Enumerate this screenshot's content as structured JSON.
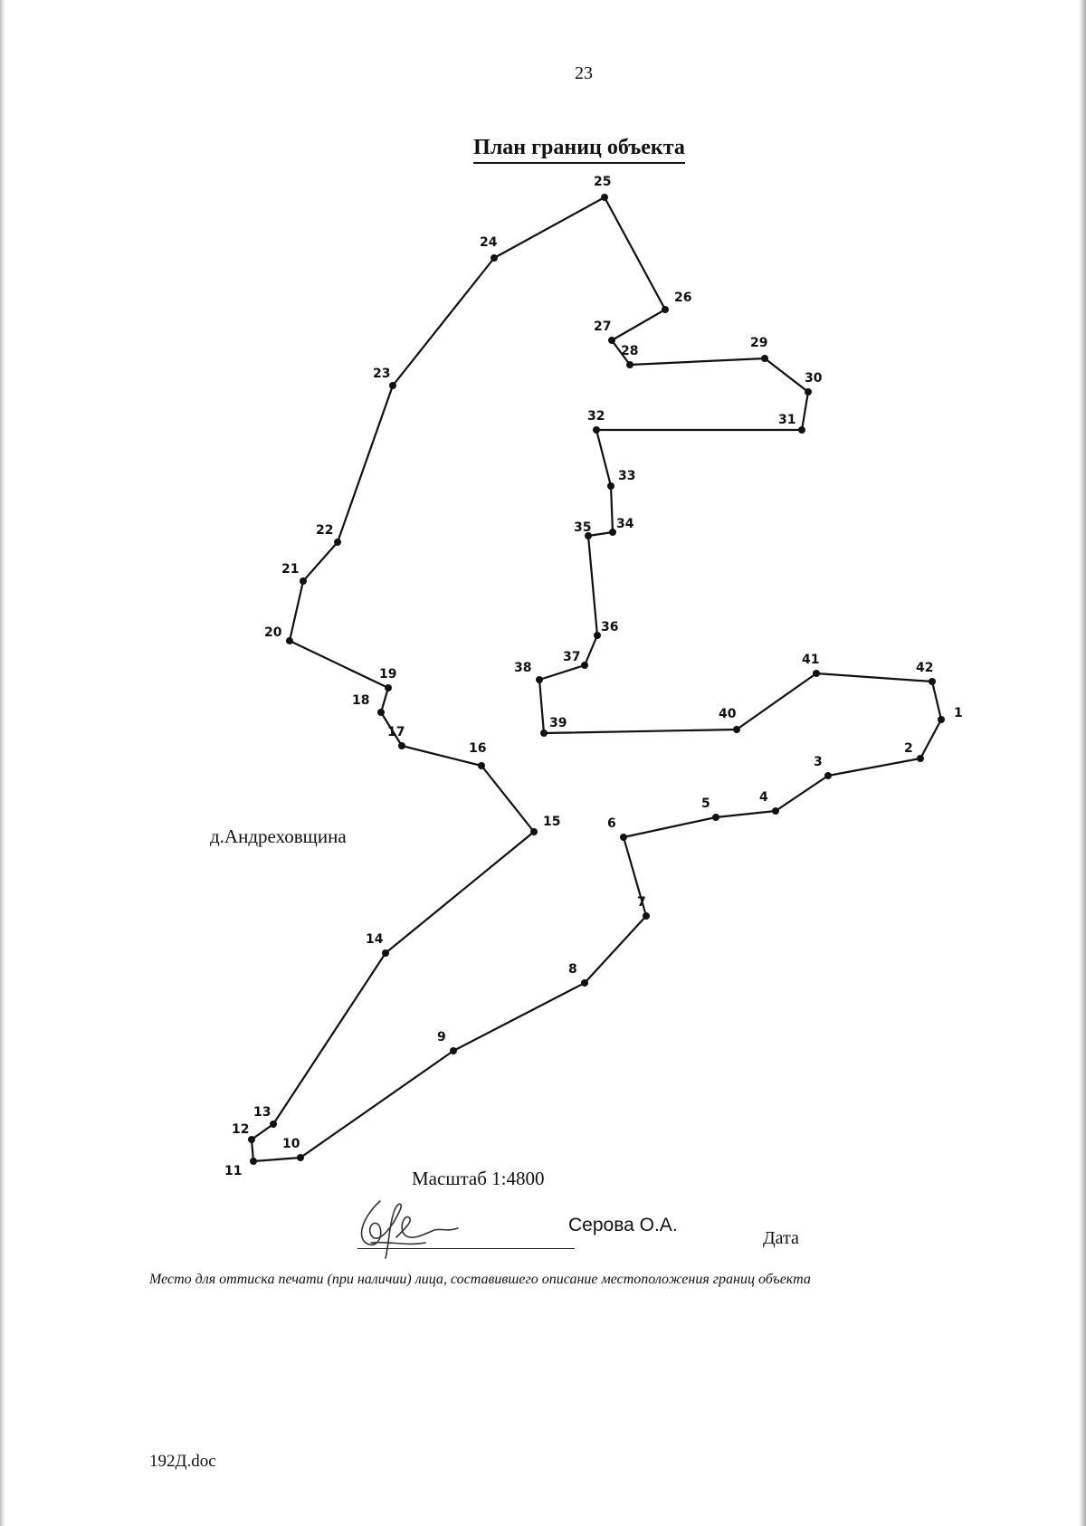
{
  "document": {
    "page_number": "23",
    "title": "План границ объекта",
    "village_label": "д.Андреховщина",
    "scale_text": "Масштаб 1:4800",
    "signer_name": "Серова О.А.",
    "date_label": "Дата",
    "stamp_note": "Место для оттиска печати (при наличии) лица, составившего описание местоположения границ объекта",
    "file_name": "192Д.doc"
  },
  "boundary": {
    "closed": true,
    "point_labels": [
      "1",
      "2",
      "3",
      "4",
      "5",
      "6",
      "7",
      "8",
      "9",
      "10",
      "11",
      "12",
      "13",
      "14",
      "15",
      "16",
      "17",
      "18",
      "19",
      "20",
      "21",
      "22",
      "23",
      "24",
      "25",
      "26",
      "27",
      "28",
      "29",
      "30",
      "31",
      "32",
      "33",
      "34",
      "35",
      "36",
      "37",
      "38",
      "39",
      "40",
      "41",
      "42"
    ]
  },
  "colors": {
    "line": "#111111",
    "text": "#111111",
    "background": "#ffffff"
  }
}
